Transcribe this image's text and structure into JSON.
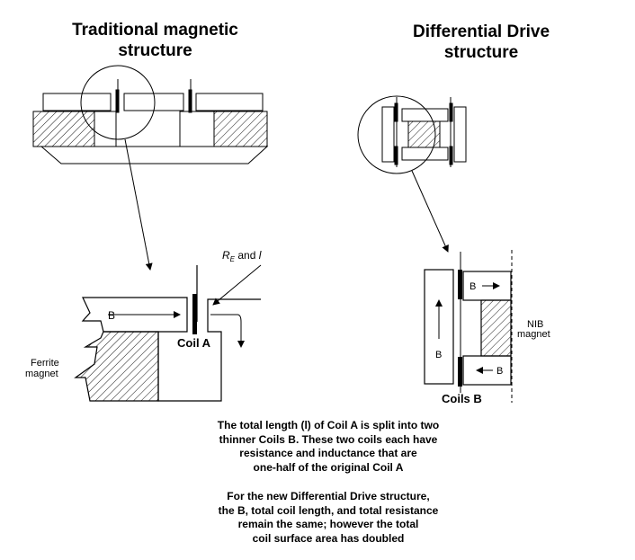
{
  "titles": {
    "left": [
      "Traditional magnetic",
      "structure"
    ],
    "right": [
      "Differential Drive",
      "structure"
    ]
  },
  "labels": {
    "re_main": "R",
    "re_sub": "E",
    "re_and": " and ",
    "re_l": "l",
    "b_left": "B",
    "coil_a": "Coil A",
    "ferrite": [
      "Ferrite",
      "magnet"
    ],
    "b_top": "B",
    "b_vertical": "B",
    "b_bottom": "B",
    "nib": [
      "NIB",
      "magnet"
    ],
    "coils_b": "Coils B"
  },
  "text": {
    "para1": [
      "The total length (l) of Coil A is split into two",
      "thinner Coils B. These two coils each have",
      "resistance and inductance that are",
      "one-half of the original Coil A"
    ],
    "para2": [
      "For the new Differential Drive structure,",
      "the B, total coil length, and total resistance",
      "remain the same; however the total",
      "coil surface area has doubled"
    ]
  }
}
